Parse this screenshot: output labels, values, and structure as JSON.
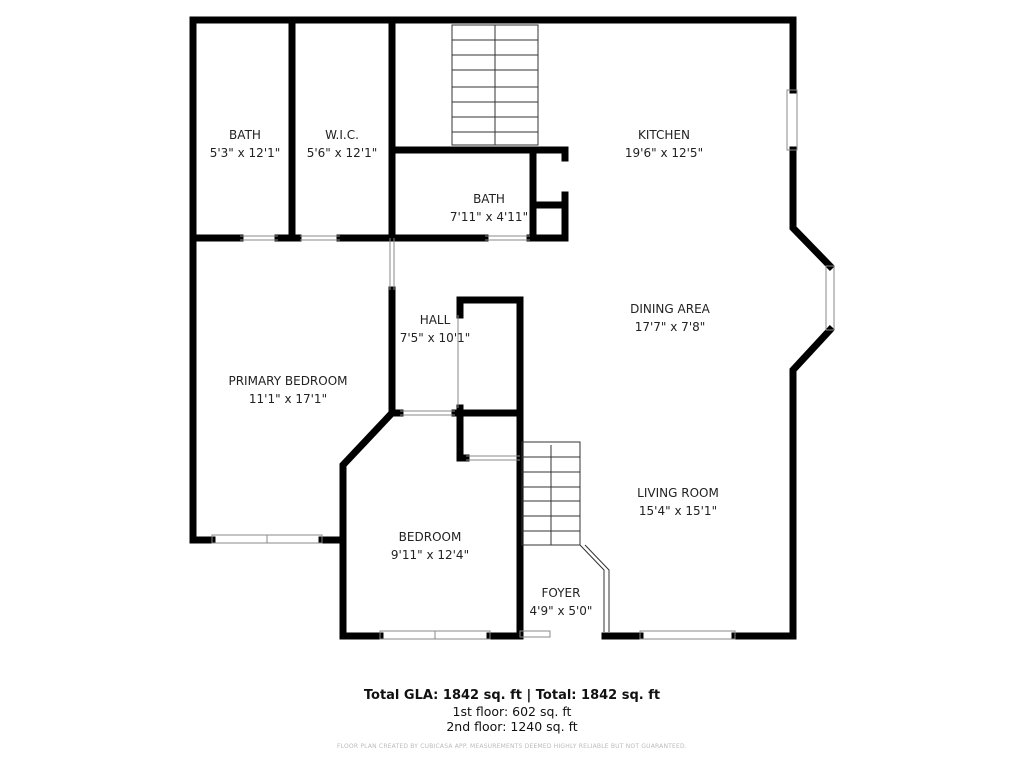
{
  "rooms": [
    {
      "name": "BATH",
      "size": "5'3\" x 12'1\""
    },
    {
      "name": "W.I.C.",
      "size": "5'6\" x 12'1\""
    },
    {
      "name": "KITCHEN",
      "size": "19'6\" x 12'5\""
    },
    {
      "name": "BATH",
      "size": "7'11\" x 4'11\""
    },
    {
      "name": "DINING AREA",
      "size": "17'7\" x 7'8\""
    },
    {
      "name": "HALL",
      "size": "7'5\" x 10'1\""
    },
    {
      "name": "PRIMARY BEDROOM",
      "size": "11'1\" x 17'1\""
    },
    {
      "name": "LIVING ROOM",
      "size": "15'4\" x 15'1\""
    },
    {
      "name": "BEDROOM",
      "size": "9'11\" x 12'4\""
    },
    {
      "name": "FOYER",
      "size": "4'9\" x 5'0\""
    }
  ],
  "footer": {
    "total": "Total GLA: 1842 sq. ft | Total: 1842 sq. ft",
    "floor1": "1st floor: 602 sq. ft",
    "floor2": "2nd floor: 1240 sq. ft",
    "disclaimer": "FLOOR PLAN CREATED BY CUBICASA APP. MEASUREMENTS DEEMED HIGHLY RELIABLE BUT NOT GUARANTEED."
  }
}
